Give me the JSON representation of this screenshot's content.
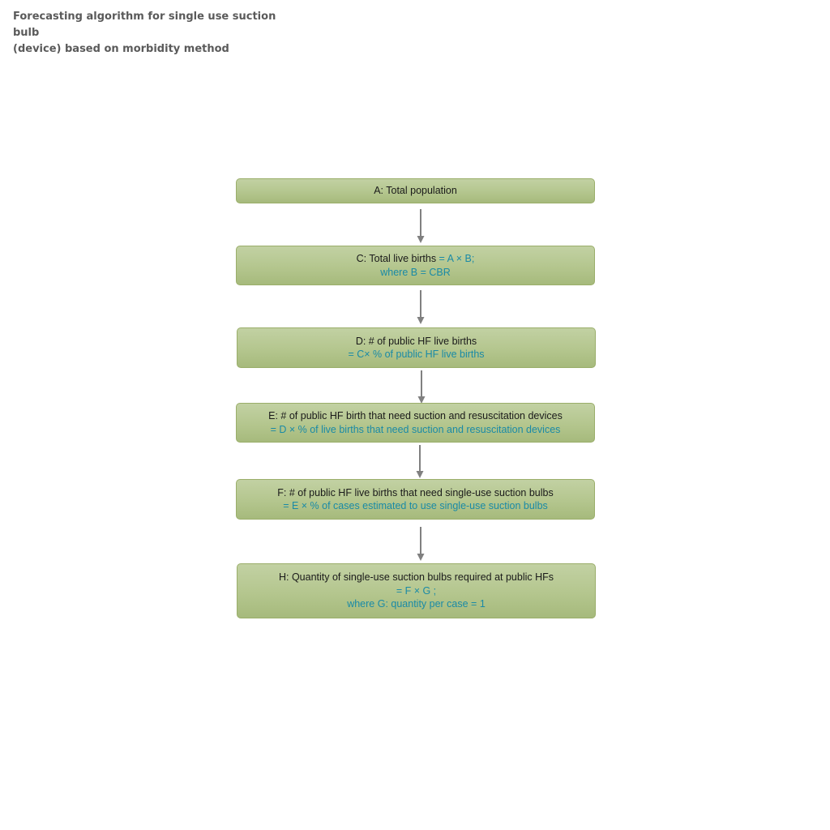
{
  "title": {
    "line1": "Forecasting algorithm for single use suction bulb",
    "line2": "(device) based on morbidity method"
  },
  "colors": {
    "box_fill": "#b4c68e",
    "box_border": "#9aae6a",
    "formula_text": "#1a8aa6",
    "label_text": "#1a1a1a",
    "arrow": "#808080",
    "title_text": "#5a5a5a"
  },
  "nodes": {
    "a": {
      "label": "A: Total population"
    },
    "c": {
      "label": "C: Total live births",
      "formula": " = A × B;",
      "note": "where B = CBR"
    },
    "d": {
      "label": "D: # of public HF live births",
      "formula": "= C× % of public HF live births"
    },
    "e": {
      "label": "E: # of public HF birth that need suction and resuscitation devices",
      "formula": "= D × % of live births that need suction and resuscitation devices"
    },
    "f": {
      "label": "F: # of public HF live births that need single-use suction bulbs",
      "formula": "= E × % of cases estimated to use single-use suction bulbs"
    },
    "h": {
      "label": "H: Quantity of single-use suction bulbs required at public HFs",
      "formula": "= F × G ;",
      "note": "where G: quantity per case = 1"
    }
  },
  "edges": [
    {
      "from": "a",
      "to": "c"
    },
    {
      "from": "c",
      "to": "d"
    },
    {
      "from": "d",
      "to": "e"
    },
    {
      "from": "e",
      "to": "f"
    },
    {
      "from": "f",
      "to": "h"
    }
  ]
}
